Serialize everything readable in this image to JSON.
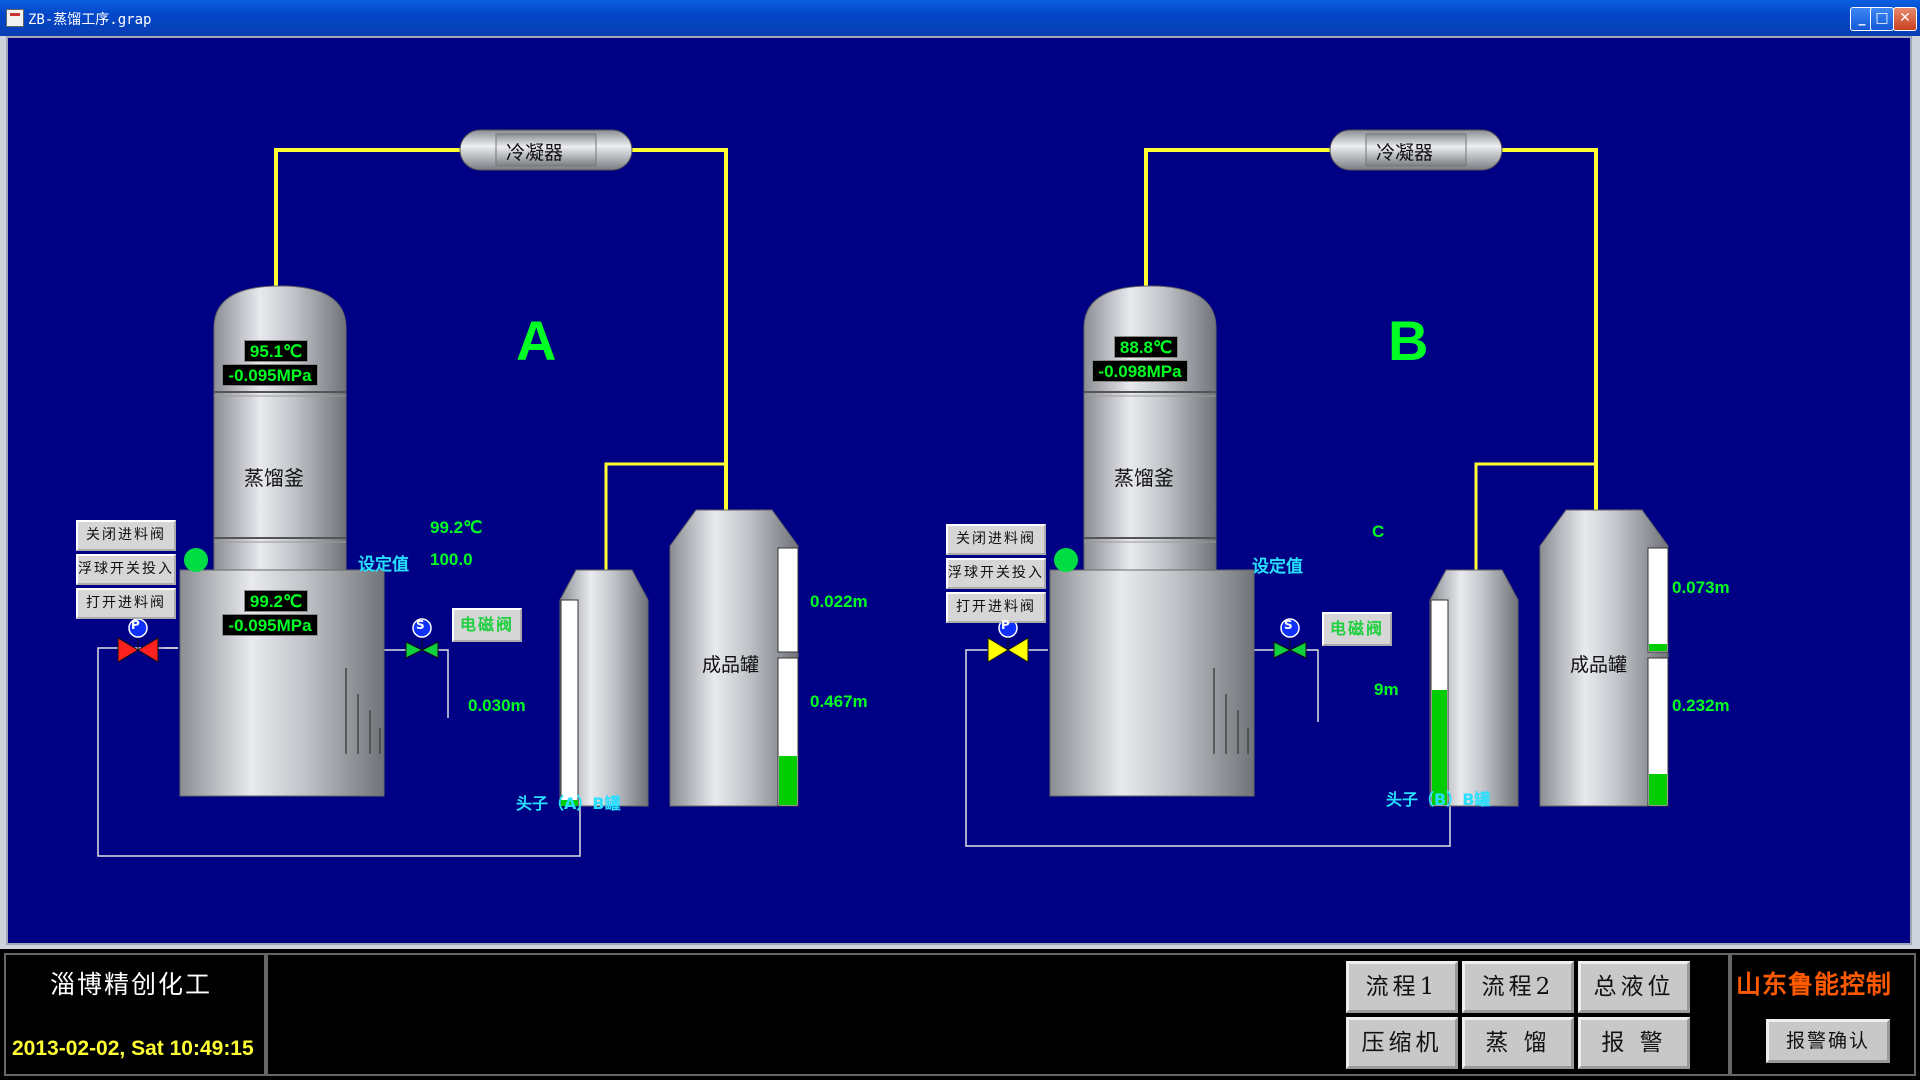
{
  "window": {
    "title": "ZB-蒸馏工序.grap",
    "min": "_",
    "max": "□",
    "close": "✕"
  },
  "units": {
    "A": {
      "letter": "A",
      "condenser": "冷凝器",
      "still": "蒸馏釜",
      "top_temp": "95.1℃",
      "top_press": "-0.095MPa",
      "bot_temp": "99.2℃",
      "bot_press": "-0.095MPa",
      "setpoint_temp": "99.2℃",
      "setpoint_label": "设定值",
      "setpoint_value": "100.0",
      "btn_close_feed": "关闭进料阀",
      "btn_float": "浮球开关投入",
      "btn_open_feed": "打开进料阀",
      "solenoid": "电磁阀",
      "level_small": "0.030m",
      "head_tank": "头子（A）B罐",
      "product_tank": "成品罐",
      "level_upper": "0.022m",
      "level_lower": "0.467m",
      "pump_p": "P",
      "valve_s": "S",
      "pump_color": "#ff2020",
      "head_fill": 0.03,
      "prod_upper_fill": 0.0,
      "prod_lower_fill": 0.47
    },
    "B": {
      "letter": "B",
      "condenser": "冷凝器",
      "still": "蒸馏釜",
      "top_temp": "88.8℃",
      "top_press": "-0.098MPa",
      "setpoint_temp": "C",
      "setpoint_label": "设定值",
      "btn_close_feed": "关闭进料阀",
      "btn_float": "浮球开关投入",
      "btn_open_feed": "打开进料阀",
      "solenoid": "电磁阀",
      "level_small": "9m",
      "head_tank": "头子（B）B罐",
      "product_tank": "成品罐",
      "level_upper": "0.073m",
      "level_lower": "0.232m",
      "pump_p": "P",
      "valve_s": "S",
      "pump_color": "#ffff00",
      "head_fill": 0.55,
      "prod_upper_fill": 0.06,
      "prod_lower_fill": 0.22
    }
  },
  "footer": {
    "company": "淄博精创化工",
    "datetime": "2013-02-02, Sat  10:49:15",
    "brand": "山东鲁能控制",
    "ack": "报警确认",
    "nav": [
      "流程1",
      "流程2",
      "总液位",
      "压缩机",
      "蒸 馏",
      "报 警"
    ]
  },
  "colors": {
    "pipe": "#ffff33",
    "background": "#000084",
    "value_green": "#00ff22",
    "label_cyan": "#27e0ff",
    "brand_orange": "#ff5a00"
  }
}
